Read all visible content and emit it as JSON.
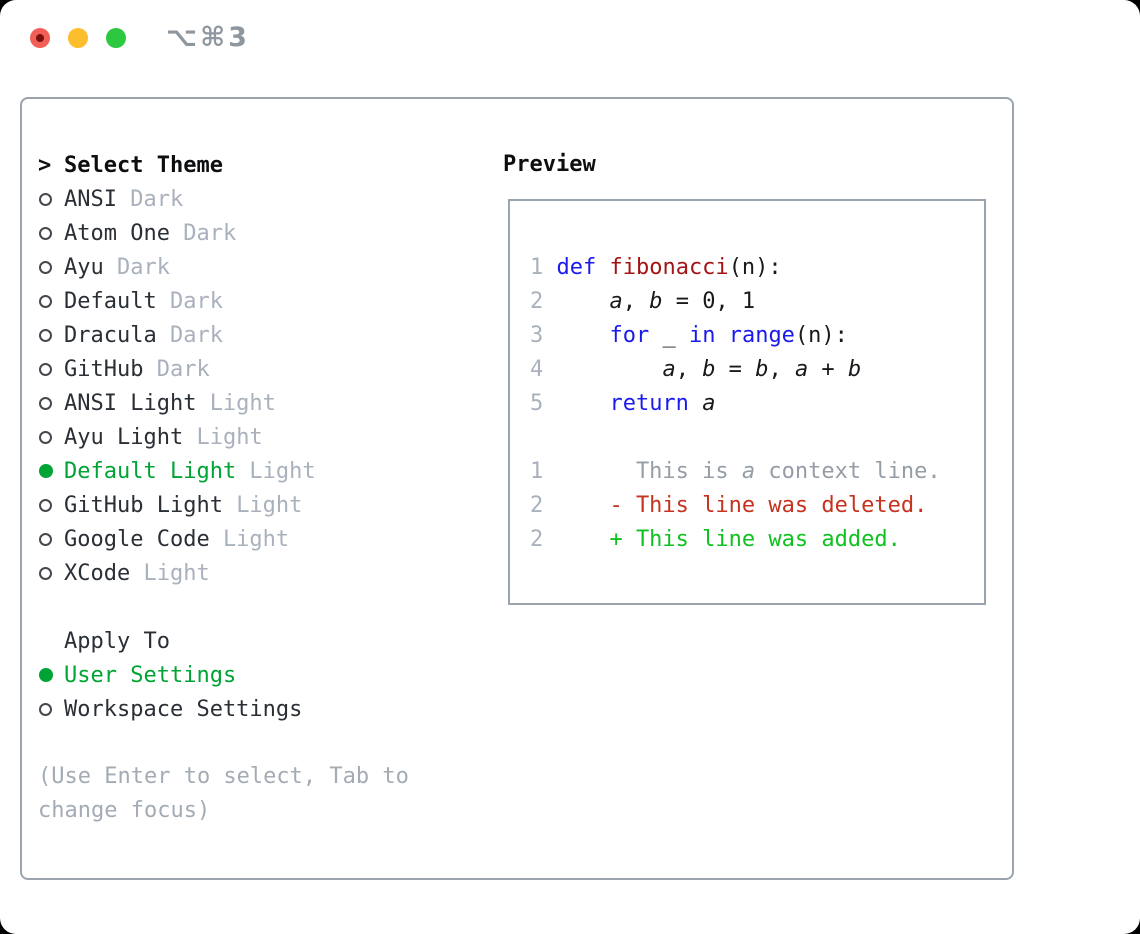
{
  "window": {
    "title": "⌥⌘3",
    "traffic_lights": {
      "close": "close",
      "minimize": "minimize",
      "zoom": "zoom"
    }
  },
  "theme_selector": {
    "prompt": ">",
    "heading": "Select Theme",
    "themes": [
      {
        "name": "ANSI",
        "variant": "Dark",
        "selected": false
      },
      {
        "name": "Atom One",
        "variant": "Dark",
        "selected": false
      },
      {
        "name": "Ayu",
        "variant": "Dark",
        "selected": false
      },
      {
        "name": "Default",
        "variant": "Dark",
        "selected": false
      },
      {
        "name": "Dracula",
        "variant": "Dark",
        "selected": false
      },
      {
        "name": "GitHub",
        "variant": "Dark",
        "selected": false
      },
      {
        "name": "ANSI Light",
        "variant": "Light",
        "selected": false
      },
      {
        "name": "Ayu Light",
        "variant": "Light",
        "selected": false
      },
      {
        "name": "Default Light",
        "variant": "Light",
        "selected": true
      },
      {
        "name": "GitHub Light",
        "variant": "Light",
        "selected": false
      },
      {
        "name": "Google Code",
        "variant": "Light",
        "selected": false
      },
      {
        "name": "XCode",
        "variant": "Light",
        "selected": false
      }
    ],
    "apply_to": {
      "heading": "Apply To",
      "options": [
        {
          "name": "User Settings",
          "selected": true
        },
        {
          "name": "Workspace Settings",
          "selected": false
        }
      ]
    },
    "hint_lines": [
      "(Use Enter to select, Tab to",
      "change focus)"
    ]
  },
  "preview": {
    "heading": "Preview",
    "lines": [
      {
        "num": "1",
        "tokens": [
          {
            "t": "def",
            "c": "kw"
          },
          {
            "t": " ",
            "c": "pl"
          },
          {
            "t": "fibonacci",
            "c": "fn"
          },
          {
            "t": "(n):",
            "c": "pl"
          }
        ]
      },
      {
        "num": "2",
        "tokens": [
          {
            "t": "    ",
            "c": "pl"
          },
          {
            "t": "a",
            "c": "var"
          },
          {
            "t": ", ",
            "c": "pl"
          },
          {
            "t": "b",
            "c": "var"
          },
          {
            "t": " = 0, 1",
            "c": "pl"
          }
        ]
      },
      {
        "num": "3",
        "tokens": [
          {
            "t": "    ",
            "c": "pl"
          },
          {
            "t": "for",
            "c": "kw"
          },
          {
            "t": " _ ",
            "c": "pl"
          },
          {
            "t": "in",
            "c": "kw"
          },
          {
            "t": " ",
            "c": "pl"
          },
          {
            "t": "range",
            "c": "kw"
          },
          {
            "t": "(n):",
            "c": "pl"
          }
        ]
      },
      {
        "num": "4",
        "tokens": [
          {
            "t": "        ",
            "c": "pl"
          },
          {
            "t": "a",
            "c": "var"
          },
          {
            "t": ", ",
            "c": "pl"
          },
          {
            "t": "b",
            "c": "var"
          },
          {
            "t": " = ",
            "c": "pl"
          },
          {
            "t": "b",
            "c": "var"
          },
          {
            "t": ", ",
            "c": "pl"
          },
          {
            "t": "a",
            "c": "var"
          },
          {
            "t": " + ",
            "c": "pl"
          },
          {
            "t": "b",
            "c": "var"
          }
        ]
      },
      {
        "num": "5",
        "tokens": [
          {
            "t": "    ",
            "c": "pl"
          },
          {
            "t": "return",
            "c": "kw"
          },
          {
            "t": " ",
            "c": "pl"
          },
          {
            "t": "a",
            "c": "var"
          }
        ]
      },
      {
        "num": "",
        "tokens": []
      },
      {
        "num": "1",
        "tokens": [
          {
            "t": "      This is ",
            "c": "ctx"
          },
          {
            "t": "a",
            "c": "ctx-var"
          },
          {
            "t": " context line.",
            "c": "ctx"
          }
        ]
      },
      {
        "num": "2",
        "tokens": [
          {
            "t": "    - This line was deleted.",
            "c": "del"
          }
        ]
      },
      {
        "num": "2",
        "tokens": [
          {
            "t": "    + This line was added.",
            "c": "add"
          }
        ]
      }
    ]
  },
  "colors": {
    "panel_border": "#9aa3ae",
    "selection_green": "#00a434",
    "added_green": "#0fc220",
    "deleted_red": "#c6331e",
    "keyword_blue": "#1a1aee",
    "function_red": "#a31515",
    "muted_gray": "#a9b1bd",
    "title_gray": "#8e969e",
    "traffic_red": "#f25f57",
    "traffic_yellow": "#fcbe2c",
    "traffic_green": "#2bc840"
  }
}
